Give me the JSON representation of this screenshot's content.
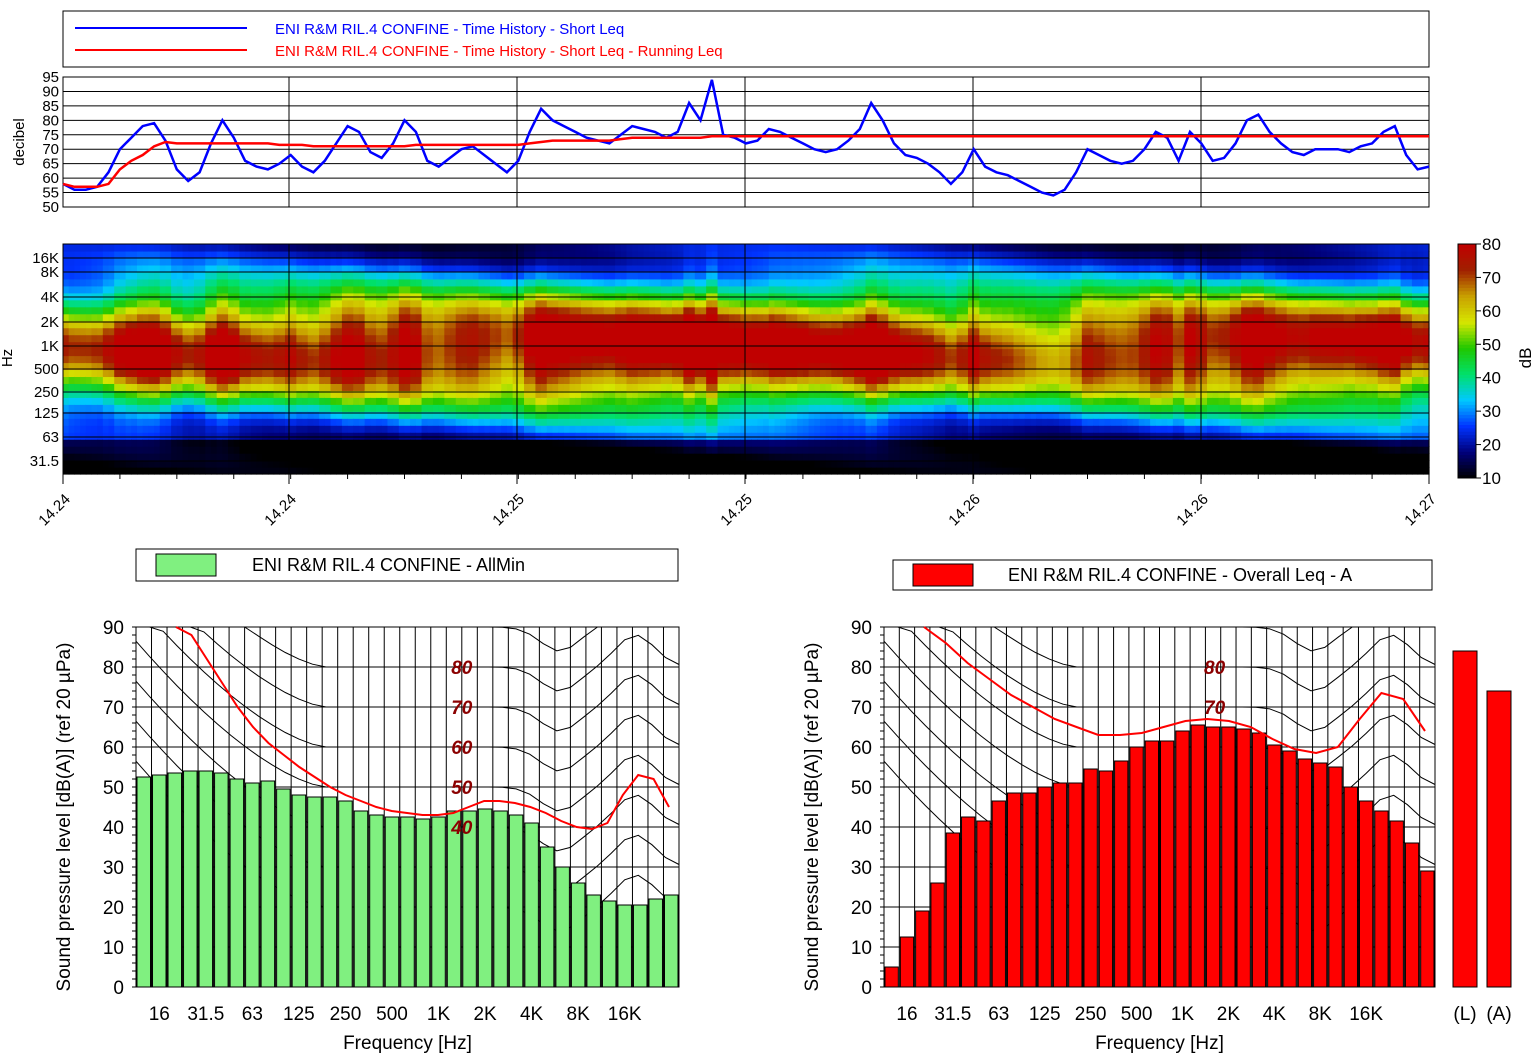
{
  "chart_data": [
    {
      "type": "line",
      "legend": [
        "ENI R&M RIL.4 CONFINE - Time History - Short Leq",
        "ENI R&M RIL.4 CONFINE - Time History - Short Leq - Running Leq"
      ],
      "ylabel": "decibel",
      "ylim": [
        50,
        95
      ],
      "yticks": [
        50,
        55,
        60,
        65,
        70,
        75,
        80,
        85,
        90,
        95
      ],
      "colors": [
        "#0000ff",
        "#ff0000"
      ],
      "grid": true,
      "series": [
        {
          "name": "ENI R&M RIL.4 CONFINE - Time History - Short Leq",
          "x": [
            0,
            0.5,
            1,
            1.5,
            2,
            2.5,
            3,
            3.5,
            4,
            4.5,
            5,
            5.5,
            6,
            6.5,
            7,
            7.5,
            8,
            8.5,
            9,
            9.5,
            10,
            10.5,
            11,
            11.5,
            12,
            12.5,
            13,
            13.5,
            14,
            14.5,
            15,
            15.5,
            16,
            16.5,
            17,
            17.5,
            18,
            18.5,
            19,
            19.5,
            20,
            20.5,
            21,
            21.5,
            22,
            22.5,
            23,
            23.5,
            24,
            24.5,
            25,
            25.5,
            26,
            26.5,
            27,
            27.5,
            28,
            28.5,
            29,
            29.5,
            30,
            30.5,
            31,
            31.5,
            32,
            32.5,
            33,
            33.5,
            34,
            34.5,
            35,
            35.5,
            36,
            36.5,
            37,
            37.5,
            38,
            38.5,
            39,
            39.5,
            40,
            40.5,
            41,
            41.5,
            42,
            42.5,
            43,
            43.5,
            44,
            44.5,
            45,
            45.5,
            46,
            46.5,
            47,
            47.5,
            48,
            48.5,
            49,
            49.5,
            50,
            50.5,
            51,
            51.5,
            52,
            52.5,
            53,
            53.5,
            54,
            54.5,
            55,
            55.5,
            56,
            56.5,
            57,
            57.5,
            58,
            58.5,
            59,
            59.5,
            60
          ],
          "y": [
            58,
            56,
            56,
            57,
            62,
            70,
            74,
            78,
            79,
            73,
            63,
            59,
            62,
            72,
            80,
            74,
            66,
            64,
            63,
            65,
            68,
            64,
            62,
            66,
            72,
            78,
            76,
            69,
            67,
            72,
            80,
            76,
            66,
            64,
            67,
            70,
            71,
            68,
            65,
            62,
            66,
            76,
            84,
            80,
            78,
            76,
            74,
            73,
            72,
            75,
            78,
            77,
            76,
            74,
            76,
            86,
            80,
            94,
            75,
            74,
            72,
            73,
            77,
            76,
            74,
            72,
            70,
            69,
            70,
            73,
            77,
            86,
            80,
            72,
            68,
            67,
            65,
            62,
            58,
            62,
            70,
            64,
            62,
            61,
            59,
            57,
            55,
            54,
            56,
            62,
            70,
            68,
            66,
            65,
            66,
            70,
            76,
            74,
            66,
            76,
            72,
            66,
            67,
            72,
            80,
            82,
            76,
            72,
            69,
            68,
            70,
            70,
            70,
            69,
            71,
            72,
            76,
            78,
            68,
            63,
            64
          ],
          "color": "#0000ff"
        },
        {
          "name": "ENI R&M RIL.4 CONFINE - Time History - Short Leq - Running Leq",
          "x": [
            0,
            0.5,
            1,
            1.5,
            2,
            2.5,
            3,
            3.5,
            4,
            4.5,
            5,
            5.5,
            6,
            6.5,
            7,
            7.5,
            8,
            8.5,
            9,
            9.5,
            10,
            10.5,
            11,
            11.5,
            12,
            12.5,
            13,
            13.5,
            14,
            14.5,
            15,
            15.5,
            16,
            16.5,
            17,
            17.5,
            18,
            18.5,
            19,
            19.5,
            20,
            20.5,
            21,
            21.5,
            22,
            22.5,
            23,
            23.5,
            24,
            24.5,
            25,
            25.5,
            26,
            26.5,
            27,
            27.5,
            28,
            28.5,
            29,
            29.5,
            30,
            30.5,
            31,
            31.5,
            32,
            32.5,
            33,
            33.5,
            34,
            34.5,
            35,
            35.5,
            36,
            36.5,
            37,
            37.5,
            38,
            38.5,
            39,
            39.5,
            40,
            40.5,
            41,
            41.5,
            42,
            42.5,
            43,
            43.5,
            44,
            44.5,
            45,
            45.5,
            46,
            46.5,
            47,
            47.5,
            48,
            48.5,
            49,
            49.5,
            50,
            50.5,
            51,
            51.5,
            52,
            52.5,
            53,
            53.5,
            54,
            54.5,
            55,
            55.5,
            56,
            56.5,
            57,
            57.5,
            58,
            58.5,
            59,
            59.5,
            60
          ],
          "y": [
            58,
            57,
            57,
            57,
            58,
            63,
            66,
            68,
            71,
            72.5,
            72,
            72,
            72,
            72,
            72,
            72,
            72,
            72,
            72,
            71.5,
            71.5,
            71.5,
            71,
            71,
            71,
            71,
            71,
            71,
            71,
            71,
            71,
            71.5,
            71.5,
            71.5,
            71.5,
            71.5,
            71.5,
            71.5,
            71.5,
            71.5,
            71.5,
            72,
            72.5,
            73,
            73,
            73,
            73,
            73,
            73,
            73.5,
            74,
            74,
            74,
            74,
            74,
            74,
            74,
            74.5,
            74.5,
            74.5,
            74.5,
            74.5,
            74.5,
            74.5,
            74.5,
            74.5,
            74.5,
            74.5,
            74.5,
            74.5,
            74.5,
            74.5,
            74.5,
            74.5,
            74.5,
            74.5,
            74.5,
            74.5,
            74.5,
            74.5,
            74.5,
            74.5,
            74.5,
            74.5,
            74.5,
            74.5,
            74.5,
            74.5,
            74.5,
            74.5,
            74.5,
            74.5,
            74.5,
            74.5,
            74.5,
            74.5,
            74.5,
            74.5,
            74.5,
            74.5,
            74.5,
            74.5,
            74.5,
            74.5,
            74.5,
            74.5,
            74.5,
            74.5,
            74.5,
            74.5,
            74.5,
            74.5,
            74.5,
            74.5,
            74.5,
            74.5,
            74.5,
            74.5,
            74.5,
            74.5,
            74.5
          ],
          "color": "#ff0000"
        }
      ]
    },
    {
      "type": "heatmap",
      "ylabel": "Hz",
      "colorbar_label": "dB",
      "yticks": [
        "16K",
        "8K",
        "4K",
        "2K",
        "1K",
        "500",
        "250",
        "125",
        "63",
        "31.5"
      ],
      "xticks": [
        "14.24",
        "14.24",
        "14.25",
        "14.25",
        "14.26",
        "14.26",
        "14.27"
      ],
      "colorbar_ticks": [
        80,
        70,
        60,
        50,
        40,
        30,
        20,
        10
      ],
      "colorbar_range": [
        10,
        80
      ],
      "colormap": [
        "#000000",
        "#00007a",
        "#0033ff",
        "#00c8ff",
        "#00e06a",
        "#20c800",
        "#d6e600",
        "#c8a000",
        "#a02000",
        "#c00000"
      ],
      "hotspots": [
        {
          "t": 3,
          "bands": [
            5,
            2,
            3
          ],
          "level": 74
        },
        {
          "t": 13,
          "bands": [
            6,
            2,
            3
          ],
          "level": 70
        },
        {
          "t": 22,
          "bands": [
            5,
            2,
            4
          ],
          "level": 78
        },
        {
          "t": 26.5,
          "bands": [
            4,
            2,
            5
          ],
          "level": 82
        },
        {
          "t": 36.5,
          "bands": [
            4,
            2,
            3
          ],
          "level": 78
        },
        {
          "t": 47.5,
          "bands": [
            5,
            2,
            3
          ],
          "level": 76
        },
        {
          "t": 55.5,
          "bands": [
            5,
            2,
            3
          ],
          "level": 70
        }
      ]
    },
    {
      "type": "bar",
      "legend": "ENI R&M RIL.4 CONFINE - AllMin",
      "xlabel": "Frequency [Hz]",
      "ylabel": "Sound pressure level  [dB(A)] (ref 20 µPa)",
      "ylim": [
        0,
        90
      ],
      "yticks": [
        0,
        10,
        20,
        30,
        40,
        50,
        60,
        70,
        80,
        90
      ],
      "xticks": [
        "16",
        "31.5",
        "63",
        "125",
        "250",
        "500",
        "1K",
        "2K",
        "4K",
        "8K",
        "16K"
      ],
      "bar_color": "#80f080",
      "values": [
        52.5,
        53,
        53.5,
        54,
        54,
        53.5,
        52,
        51,
        51.5,
        49.5,
        48,
        47.5,
        47.5,
        46.5,
        44,
        43,
        42.5,
        42.5,
        42,
        42.5,
        44,
        44,
        44.5,
        44,
        43,
        41,
        35,
        30,
        26,
        23,
        21.5,
        20.5,
        20.5,
        22,
        23
      ],
      "iso_labels": [
        "80",
        "70",
        "60",
        "50",
        "40"
      ],
      "red_curve_y": [
        90,
        88,
        82,
        76,
        70,
        65,
        61,
        58,
        55,
        52.5,
        50,
        48,
        46.5,
        45,
        44,
        43.5,
        43,
        43,
        43.5,
        45,
        46.5,
        46.5,
        46,
        45,
        43.5,
        41.5,
        40,
        39.5,
        41,
        48,
        53,
        52,
        45
      ]
    },
    {
      "type": "bar",
      "legend": "ENI R&M RIL.4 CONFINE - Overall Leq - A",
      "xlabel": "Frequency [Hz]",
      "ylabel": "Sound pressure level [dB(A)] (ref 20 µPa)",
      "ylim": [
        0,
        90
      ],
      "yticks": [
        0,
        10,
        20,
        30,
        40,
        50,
        60,
        70,
        80,
        90
      ],
      "xticks": [
        "16",
        "31.5",
        "63",
        "125",
        "250",
        "500",
        "1K",
        "2K",
        "4K",
        "8K",
        "16K"
      ],
      "bar_color": "#ff0000",
      "values": [
        5,
        12.5,
        19,
        26,
        38.5,
        42.5,
        41.5,
        46.5,
        48.5,
        48.5,
        50,
        51,
        51,
        54.5,
        54,
        56.5,
        60,
        61.5,
        61.5,
        64,
        65.5,
        65,
        65,
        64.5,
        63.5,
        60.5,
        59,
        57,
        56,
        55,
        50,
        46.5,
        44,
        41.5,
        36,
        29
      ],
      "iso_labels": [
        "80",
        "70"
      ],
      "red_curve_y": [
        90,
        86,
        81,
        77,
        73,
        70,
        67,
        65,
        63,
        63,
        63.5,
        65,
        66.5,
        67,
        66.5,
        65,
        62,
        59.5,
        58.5,
        60,
        67,
        73.5,
        72,
        64
      ],
      "overall_labels": [
        "(L)",
        "(A)"
      ],
      "overall_values": [
        84,
        74
      ]
    }
  ]
}
